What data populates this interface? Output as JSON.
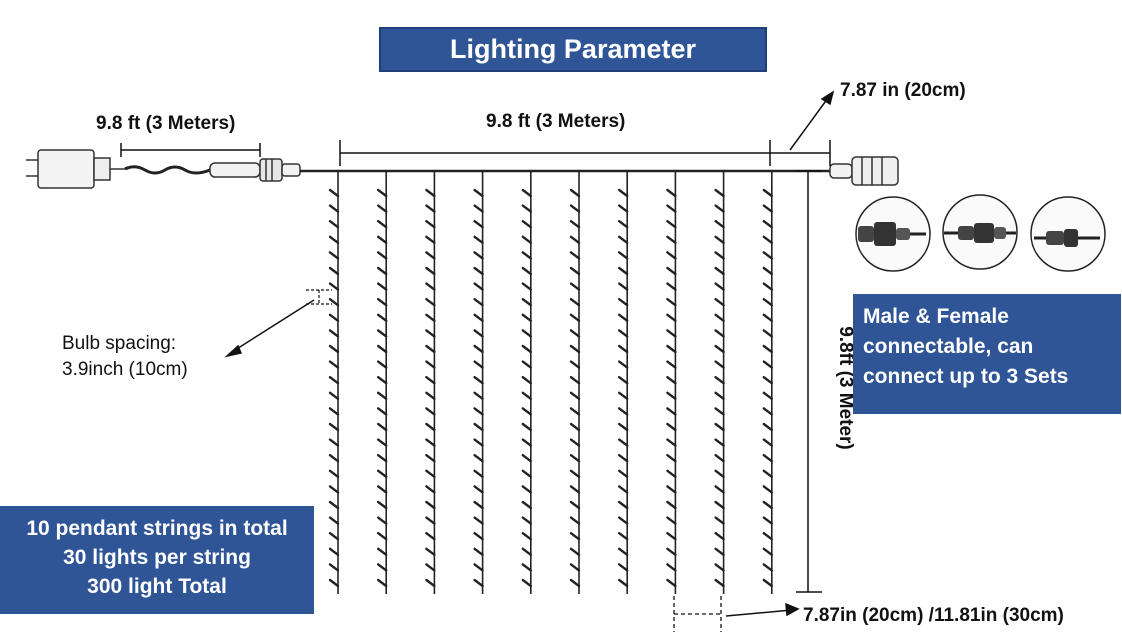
{
  "title": "Lighting Parameter",
  "labels": {
    "lead_cable_length": "9.8 ft (3 Meters)",
    "curtain_width": "9.8 ft (3 Meters)",
    "end_cable_length": "7.87 in (20cm)",
    "curtain_height": "9.8ft (3 Meter)",
    "bulb_spacing_line1": "Bulb spacing:",
    "bulb_spacing_line2": "3.9inch (10cm)",
    "string_spacing": "7.87in (20cm) /11.81in (30cm)"
  },
  "connect_box": {
    "lines": [
      "Male & Female",
      "connectable, can",
      "connect up to 3 Sets"
    ]
  },
  "summary_box": {
    "lines": [
      "10 pendant strings in total",
      "30 lights per string",
      "300 light Total"
    ]
  },
  "specs": {
    "strings": 10,
    "lights_per_string": 30,
    "total_lights": 300
  },
  "colors": {
    "box_blue": "#2f5597",
    "line": "#111111",
    "wire": "#222222"
  }
}
